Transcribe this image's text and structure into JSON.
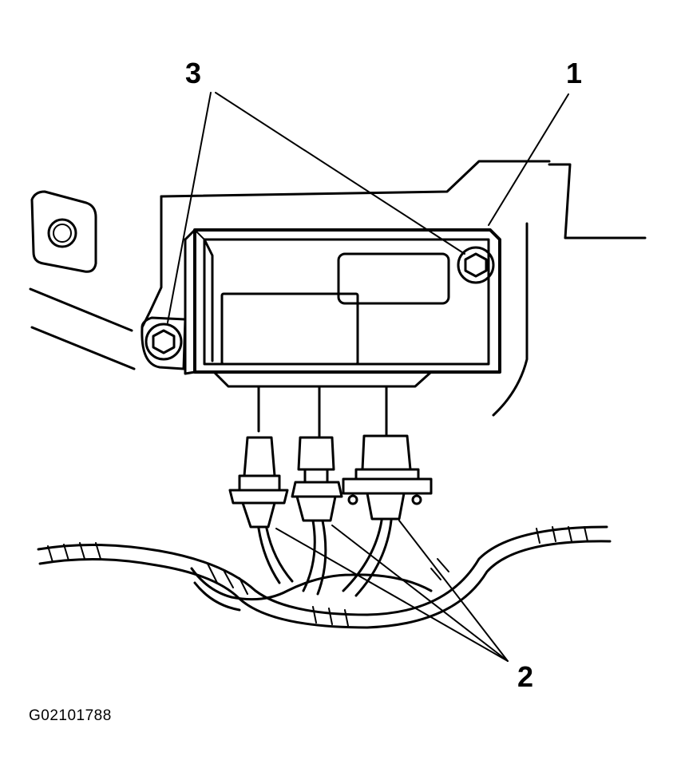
{
  "callouts": {
    "module": "1",
    "connectors": "2",
    "bolts": "3"
  },
  "figure_code": "G02101788",
  "colors": {
    "ink": "#000000",
    "paper": "#ffffff"
  }
}
